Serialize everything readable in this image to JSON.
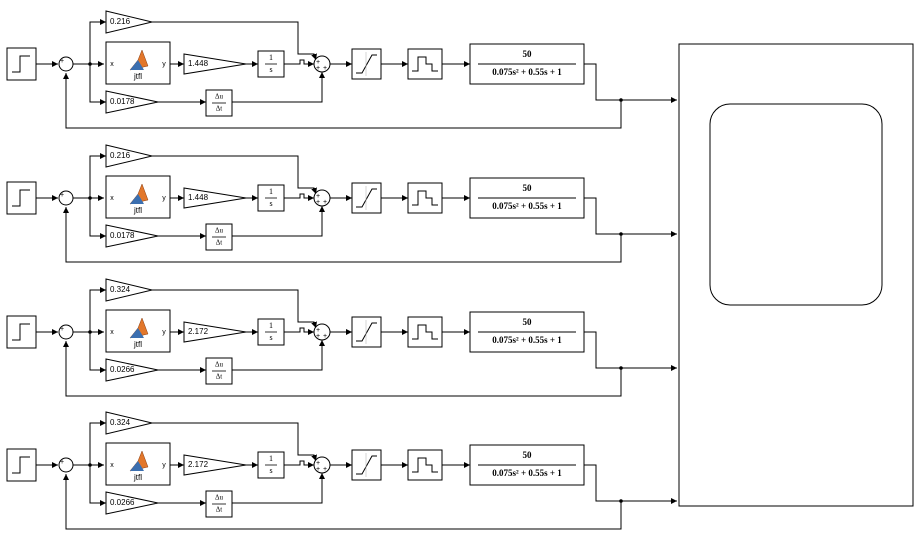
{
  "tf": {
    "num": "50",
    "den": "0.075s² + 0.55s + 1"
  },
  "integrator": {
    "num": "1",
    "den": "s"
  },
  "derivative": {
    "num": "Δu",
    "den": "Δt"
  },
  "fuzzy": {
    "in_port": "x",
    "out_port": "y",
    "name": "jtfl"
  },
  "loops": [
    {
      "kp": "0.216",
      "kf": "1.448",
      "kd": "0.0178"
    },
    {
      "kp": "0.216",
      "kf": "1.448",
      "kd": "0.0178"
    },
    {
      "kp": "0.324",
      "kf": "2.172",
      "kd": "0.0266"
    },
    {
      "kp": "0.324",
      "kf": "2.172",
      "kd": "0.0266"
    }
  ]
}
